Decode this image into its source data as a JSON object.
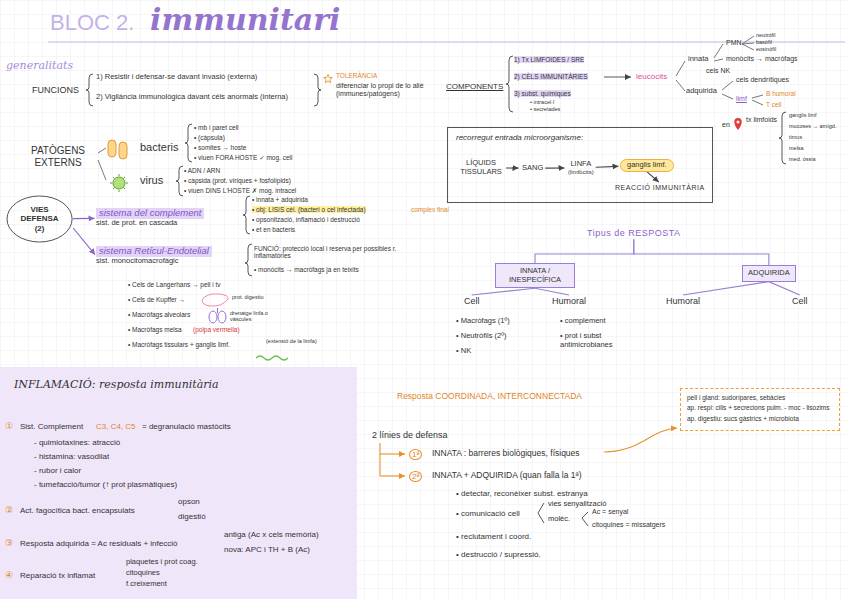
{
  "diagram": {
    "title": "immunitari",
    "nodes": [
      {
        "text": [
          "VIES DEFENSA (2)"
        ]
      },
      {
        "text": [
          "sistema del complement",
          "sist. de prot. en cascada"
        ]
      },
      {
        "text": [
          "sistema Retícul-Endotelial",
          "sist. monocitomacrofàgic"
        ]
      },
      {
        "text": [
          "recorregut entrada microorganisme:"
        ]
      },
      {
        "text": [
          "LÍQUIDS TISSULARS"
        ],
        "in": 3
      },
      {
        "text": [
          "SANG"
        ],
        "in": 3
      },
      {
        "text": [
          "LINFA",
          "(limfòcits)"
        ],
        "in": 3
      },
      {
        "text": [
          "ganglis limf."
        ],
        "in": 3
      },
      {
        "text": [
          "REACCIÓ IMMUNITÀRIA"
        ],
        "in": 3
      },
      {
        "text": [
          "Tipus de RESPOSTA"
        ]
      },
      {
        "text": [
          "INNATA / INESPECÍFICA"
        ]
      },
      {
        "text": [
          "ADQUIRIDA"
        ]
      },
      {
        "text": [
          "Cell"
        ]
      },
      {
        "text": [
          "Humoral"
        ]
      },
      {
        "text": [
          "Humoral"
        ]
      },
      {
        "text": [
          "Cell"
        ]
      },
      {
        "text": [
          "INFLAMACIÓ: resposta immunitària"
        ]
      },
      {
        "text": [
          "pell i gland: sudorípares, sebàcies",
          "ap. respi: cilis + secrecions pulm. - moc - lisozims",
          "ap. digestiu: sucs gàstrics + microbiota"
        ]
      }
    ],
    "edges": [
      {
        "from": 0,
        "to": 1,
        "arrow": "to"
      },
      {
        "from": 0,
        "to": 2,
        "arrow": "to"
      },
      {
        "from": 4,
        "to": 5,
        "arrow": "to"
      },
      {
        "from": 5,
        "to": 6,
        "arrow": "to"
      },
      {
        "from": 6,
        "to": 7,
        "arrow": "to"
      },
      {
        "from": 7,
        "to": 8,
        "arrow": "to"
      },
      {
        "from": 9,
        "to": 10,
        "arrow": "none"
      },
      {
        "from": 9,
        "to": 11,
        "arrow": "none"
      },
      {
        "from": 10,
        "to": 12,
        "arrow": "none"
      },
      {
        "from": 10,
        "to": 13,
        "arrow": "none"
      },
      {
        "from": 11,
        "to": 14,
        "arrow": "none"
      },
      {
        "from": 11,
        "to": 15,
        "arrow": "none"
      }
    ],
    "labels": [
      "BLOC 2.",
      "generalitats",
      "FUNCIONS",
      "1) Resistir i defensar-se davant invasió (externa)",
      "2) Vigilància immunològica davant cèls anormals (interna)",
      "TOLERÀNCIA",
      "diferenciar lo propi de lo aliè (immunes/patògens)",
      "PATÒGENS EXTERNS",
      "bacteris",
      "• mb i paret cell",
      "• (càpsula)",
      "• somites → hoste",
      "• viuen FORA HOSTE ✓ mog. cell",
      "virus",
      "• ADN / ARN",
      "• càpsida (prot. víriques + fosfolípids)",
      "• viuen DINS L'HOSTE ✗ mog. intracel",
      "• innata + adquirida",
      "• obj: LISIS cèl. (bacteri o cel infectada)",
      "complex final",
      "• opsonització, inflamació i destrucció",
      "• et en bacteris",
      "FUNCIÓ: protecció local i reserva per possibles r. inflamatòries",
      "• monòcits → macròfags ja en teixits",
      "• Cels de Langerhans → pell i tv",
      "• Cels de Kupffer →",
      "prot. digestiu",
      "• Macròfags alveolars",
      "drenatge linfa o vàscules",
      "• Macròfags melsa",
      "(polpa vermella)",
      "• Macròfags tissulars + ganglis limf.",
      "(extensió de la limfa)",
      "COMPONENTS",
      "1) Tx LIMFOIDES / SRE",
      "2) CÈLS IMMUNITÀRIES",
      "3) subst. químiques",
      "• intracel·l",
      "• secretades",
      "leucòcits",
      "innata",
      "PMN",
      "neutròfil",
      "basòfil",
      "eosinòfil",
      "monòcits → macròfags",
      "cels NK",
      "adquirida",
      "cels dendrítiques",
      "limf",
      "B humoral",
      "T cell",
      "en",
      "tx limfoids",
      "ganglis limf",
      "mucoses → amígd.",
      "timus",
      "melsa",
      "med. òssia",
      "• Macròfags (1º)",
      "• Neutròfils (2º)",
      "• NK",
      "• complement",
      "• prot i subst antimicrobianes",
      "①",
      "Sist. Complement",
      "C3, C4, C5",
      "= degranulació mastòcits",
      "- quimiotaxines: atracció",
      "- histamina: vasodilat",
      "- rubor i calor",
      "- tumefacció/tumor (↑ prot plasmàtiques)",
      "②",
      "Act. fagocítica bact. encapsulats",
      "opson",
      "digestió",
      "③",
      "Resposta adquirida = Ac residuals + infecció",
      "antiga (Ac x cels memòria)",
      "nova: APC i TH + B (Ac)",
      "④",
      "Reparació tx inflamat",
      "plaquetes i prot coag.",
      "citoquines",
      "f.creixement",
      "Resposta COORDINADA, INTERCONNECTADA",
      "2 línies de defensa",
      "1ª",
      "INNATA : barreres biològiques, físiques",
      "2ª",
      "INNATA + ADQUIRIDA (quan falla la 1ª)",
      "• detectar, reconèixer subst. estranya",
      "• comunicació cell",
      "vies senyalització",
      "molèc.",
      "Ac = senyal",
      "citoquines = missatgers",
      "• reclutament i coord.",
      "• destrucció / supressió."
    ]
  }
}
